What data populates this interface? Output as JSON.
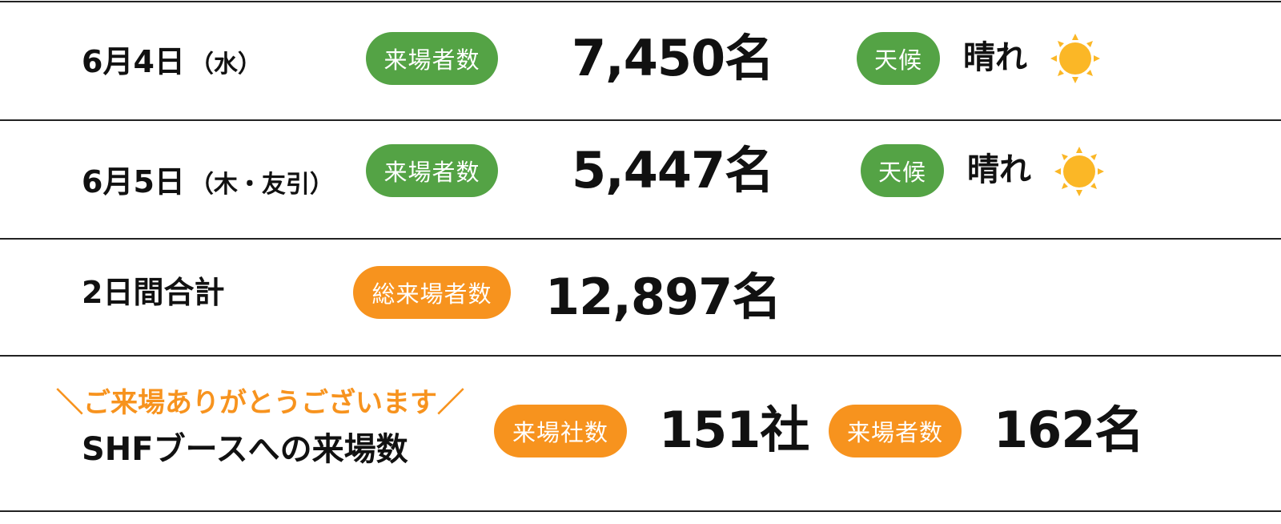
{
  "rows": [
    {
      "date": "6月4日",
      "day": "（水）",
      "label": "来場者数",
      "count": "7,450名",
      "weather_label": "天候",
      "weather": "晴れ",
      "weather_icon": "sun-icon"
    },
    {
      "date": "6月5日",
      "day": "（木・友引）",
      "label": "来場者数",
      "count": "5,447名",
      "weather_label": "天候",
      "weather": "晴れ",
      "weather_icon": "sun-icon"
    }
  ],
  "total": {
    "title": "2日間合計",
    "label": "総来場者数",
    "count": "12,897名"
  },
  "booth": {
    "thanks": "＼ご来場ありがとうございます／",
    "title": "SHFブースへの来場数",
    "companies_label": "来場社数",
    "companies": "151社",
    "visitors_label": "来場者数",
    "visitors": "162名"
  },
  "colors": {
    "green": "#54a345",
    "orange": "#f7931e",
    "sun": "#fbb726"
  }
}
